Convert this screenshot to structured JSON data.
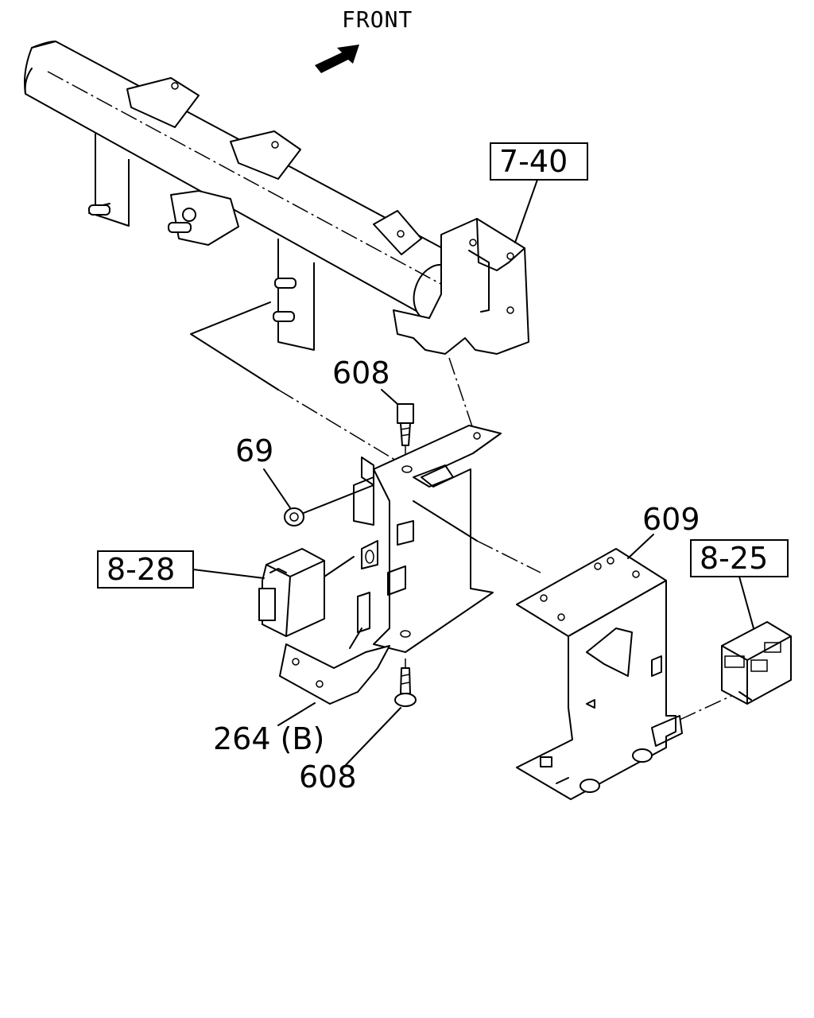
{
  "header": {
    "direction_label": "FRONT"
  },
  "refs": {
    "ref_7_40": "7-40",
    "ref_8_28": "8-28",
    "ref_8_25": "8-25"
  },
  "parts": {
    "p608_top": "608",
    "p69": "69",
    "p609": "609",
    "p264b": "264 (B)",
    "p608_bottom": "608"
  }
}
